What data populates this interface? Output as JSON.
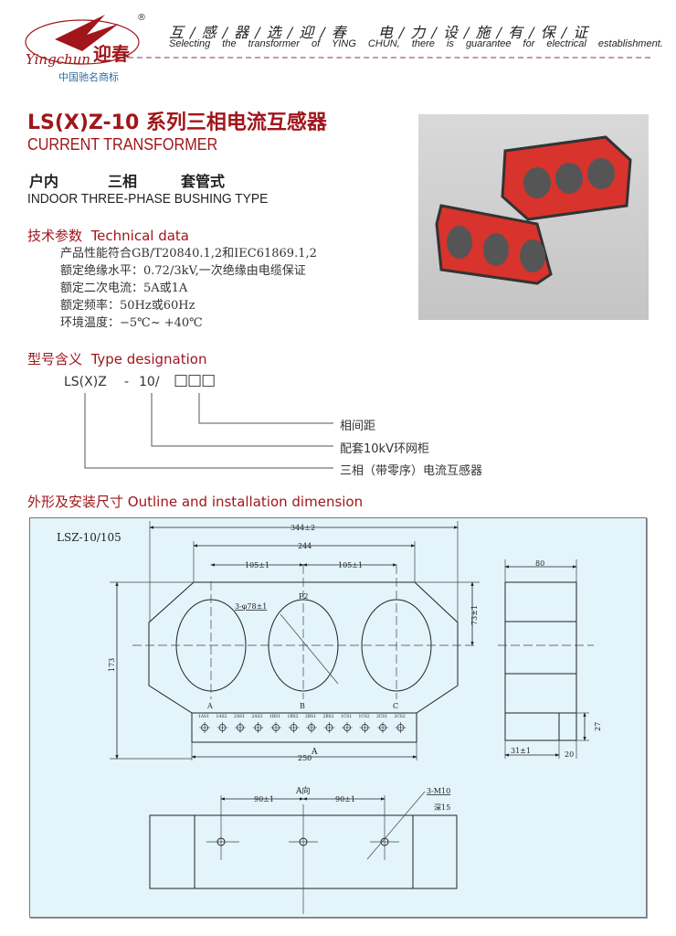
{
  "header": {
    "brand_logo_text": "Yingchun 迎春",
    "registered_mark": "®",
    "slogan_cn": "互 / 感 / 器 / 选 / 迎 / 春　　电 / 力 / 设 / 施 / 有 / 保 / 证",
    "slogan_en": "Selecting the transformer of YING CHUN, there is guarantee for electrical establishment.",
    "trademark_note": "中国驰名商标"
  },
  "product": {
    "title_cn": "LS(X)Z-10 系列三相电流互感器",
    "title_en": "CURRENT TRANSFORMER",
    "features_cn": [
      "户内",
      "三相",
      "套管式"
    ],
    "features_en": "INDOOR  THREE-PHASE  BUSHING TYPE"
  },
  "technical": {
    "heading_cn": "技术参数",
    "heading_en": "Technical data",
    "lines": [
      "产品性能符合GB/T20840.1,2和IEC61869.1,2",
      "额定绝缘水平：0.72/3kV,一次绝缘由电缆保证",
      "额定二次电流：5A或1A",
      "额定频率：50Hz或60Hz",
      "环境温度：−5℃~ +40℃"
    ]
  },
  "type_designation": {
    "heading_cn": "型号含义",
    "heading_en": "Type designation",
    "code_parts": [
      "LS(X)Z",
      "-",
      "10/",
      "□□□"
    ],
    "meanings": [
      "相间距",
      "配套10kV环网柜",
      "三相（带零序）电流互感器"
    ]
  },
  "outline": {
    "heading_cn": "外形及安装尺寸",
    "heading_en": "Outline and installation dimension",
    "model": "LSZ-10/105",
    "dims": {
      "overall_width": "344±2",
      "top_width": "244",
      "pitch": "105±1",
      "depth": "80",
      "center_height": "73±1",
      "height": "173",
      "holes": "3-φ78±1",
      "terminal_width": "250",
      "side_a": "31±1",
      "side_b": "20",
      "terminal_h": "27",
      "bolt_pitch": "90±1",
      "bolt_spec": "3-M10",
      "bolt_depth": "深15"
    },
    "labels": {
      "p2": "P2",
      "a": "A",
      "b": "B",
      "c": "C",
      "view_a": "A",
      "view_a_title": "A向"
    },
    "terminals": [
      "1AS1",
      "1AS2",
      "2AS1",
      "2AS2",
      "1BS1",
      "1BS2",
      "2BS1",
      "2BS2",
      "1CS1",
      "1CS2",
      "2CS1",
      "2CS2"
    ]
  },
  "colors": {
    "brand_red": "#a0161b",
    "drawing_bg": "#e3f4fb"
  }
}
